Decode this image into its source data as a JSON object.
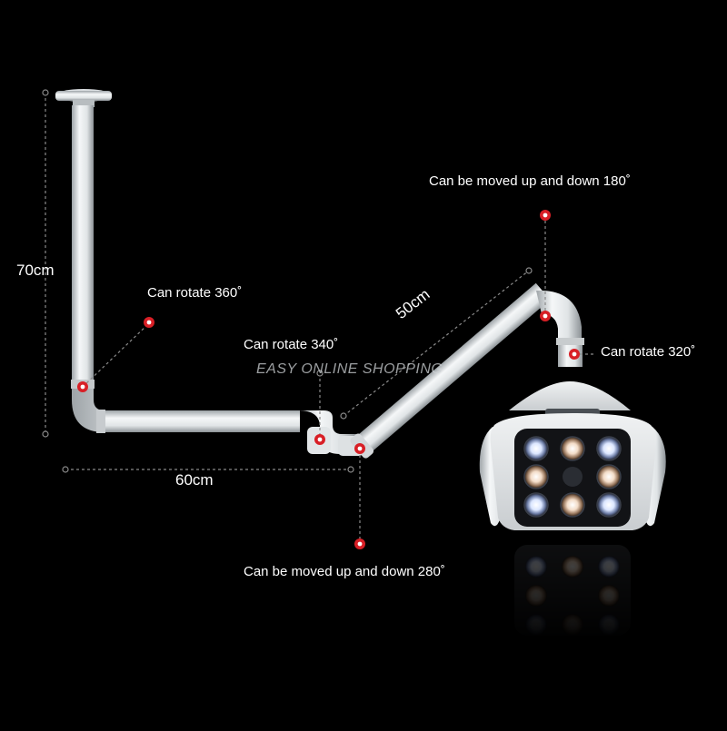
{
  "labels": {
    "rotate_360": "Can rotate 360˚",
    "rotate_340": "Can rotate 340˚",
    "rotate_320": "Can rotate 320˚",
    "move_180": "Can be moved up and down 180˚",
    "move_280": "Can be moved up and down 280˚"
  },
  "dimensions": {
    "height": "70cm",
    "width": "60cm",
    "arm": "50cm"
  },
  "watermark": "EASY ONLINE SHOPPING",
  "colors": {
    "background": "#000000",
    "arm": "#e8ecee",
    "marker": "#d81f26",
    "guide": "#8a8a8a",
    "led_cool": "#cfe0ff",
    "led_warm": "#f2dcc4"
  }
}
